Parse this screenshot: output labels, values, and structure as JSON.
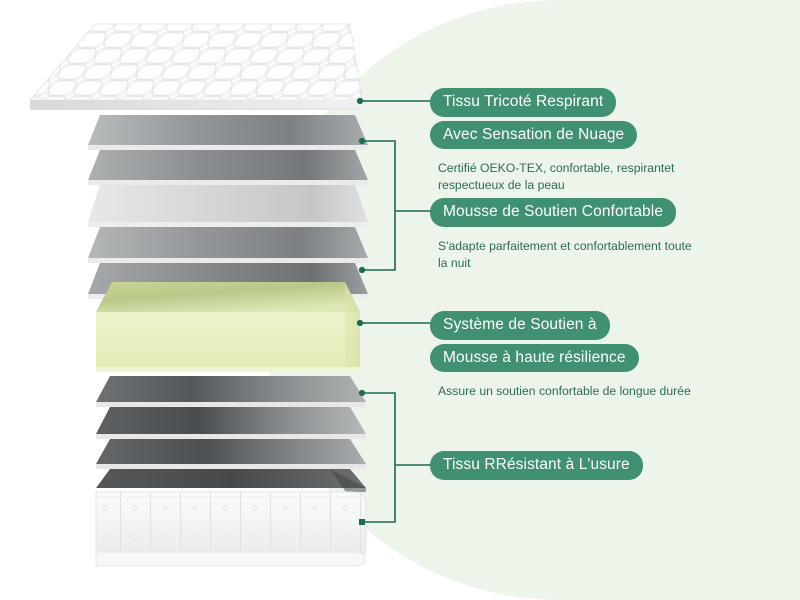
{
  "theme": {
    "background": "#ffffff",
    "panel_green": "#edf5ea",
    "pill_green": "#3f9171",
    "line_green": "#1d6b4f",
    "text_green": "#2d6b52",
    "foam_green": "#e8f0c0"
  },
  "product": {
    "type": "mattress-cross-section",
    "layers": [
      {
        "name": "quilted-knit-top",
        "color": "#f7f8f8"
      },
      {
        "name": "foam-sheet-1",
        "color": "#9a9d9d"
      },
      {
        "name": "foam-sheet-2",
        "color": "#8f9293"
      },
      {
        "name": "foam-sheet-3",
        "color": "#d8dadb"
      },
      {
        "name": "foam-sheet-4",
        "color": "#9b9e9f"
      },
      {
        "name": "foam-sheet-5",
        "color": "#93969a"
      },
      {
        "name": "high-resilience-foam-block",
        "color": "#e8f0c0"
      },
      {
        "name": "foam-sheet-6",
        "color": "#858889"
      },
      {
        "name": "foam-sheet-7",
        "color": "#7e8183"
      },
      {
        "name": "foam-sheet-8",
        "color": "#76797b"
      },
      {
        "name": "foam-sheet-9",
        "color": "#5a5d5f"
      },
      {
        "name": "pocket-spring-base",
        "color": "#f4f5f5"
      }
    ]
  },
  "callouts": [
    {
      "id": "callout-knit-fabric",
      "pills": [
        "Tissu Tricoté Respirant",
        "Avec Sensation de Nuage"
      ],
      "description": "Certifié OEKO-TEX, confortable, respirantet respectueux de la peau",
      "connector": "single"
    },
    {
      "id": "callout-comfort-foam",
      "pills": [
        "Mousse de Soutien Confortable"
      ],
      "description": "S'adapte parfaitement et confortablement toute la nuit",
      "connector": "bracket"
    },
    {
      "id": "callout-support-system",
      "pills": [
        "Système de Soutien à",
        "Mousse à haute résilience"
      ],
      "description": "Assure un soutien confortable de longue durée",
      "connector": "single"
    },
    {
      "id": "callout-durable-fabric",
      "pills": [
        "Tissu RRésistant à L'usure"
      ],
      "description": "",
      "connector": "bracket"
    }
  ]
}
